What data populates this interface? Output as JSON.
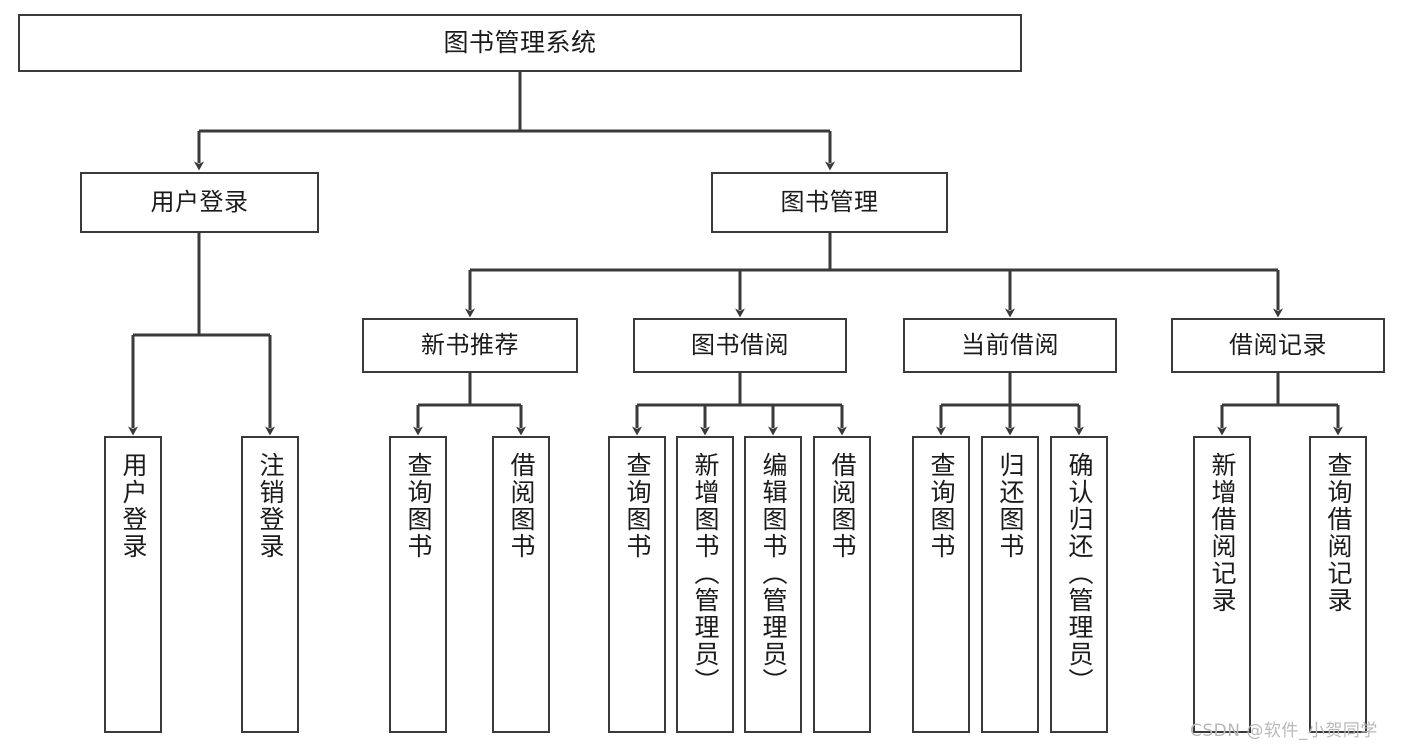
{
  "diagram": {
    "type": "tree-hierarchy-chart",
    "title": "图书管理系统",
    "background_color": "#ffffff",
    "line_color": "#3a3a3a",
    "box_border_color": "#3a3a3a",
    "text_color": "#1b1b1b"
  },
  "watermark": {
    "text": "CSDN @软件_小贺同学",
    "color": "#b9b9b9"
  },
  "nodes": {
    "root": {
      "label": "图书管理系统"
    },
    "level1": [
      {
        "id": "user-login",
        "label": "用户登录"
      },
      {
        "id": "book-management",
        "label": "图书管理"
      }
    ],
    "level2": [
      {
        "id": "new-book-recommend",
        "label": "新书推荐"
      },
      {
        "id": "book-borrow",
        "label": "图书借阅"
      },
      {
        "id": "current-borrow",
        "label": "当前借阅"
      },
      {
        "id": "borrow-record",
        "label": "借阅记录"
      }
    ],
    "leaves": {
      "user_login": [
        {
          "id": "leaf-user-login",
          "label": "用户登录"
        },
        {
          "id": "leaf-logout-login",
          "label": "注销登录"
        }
      ],
      "new_book_recommend": [
        {
          "id": "leaf-query-book-1",
          "label": "查询图书"
        },
        {
          "id": "leaf-borrow-book-1",
          "label": "借阅图书"
        }
      ],
      "book_borrow": [
        {
          "id": "leaf-query-book-2",
          "label": "查询图书"
        },
        {
          "id": "leaf-add-book",
          "label": "新增图书（管理员）"
        },
        {
          "id": "leaf-edit-book",
          "label": "编辑图书（管理员）"
        },
        {
          "id": "leaf-borrow-book-2",
          "label": "借阅图书"
        }
      ],
      "current_borrow": [
        {
          "id": "leaf-query-book-3",
          "label": "查询图书"
        },
        {
          "id": "leaf-return-book",
          "label": "归还图书"
        },
        {
          "id": "leaf-confirm-return",
          "label": "确认归还（管理员）"
        }
      ],
      "borrow_record": [
        {
          "id": "leaf-add-record",
          "label": "新增借阅记录"
        },
        {
          "id": "leaf-query-record",
          "label": "查询借阅记录"
        }
      ]
    }
  }
}
